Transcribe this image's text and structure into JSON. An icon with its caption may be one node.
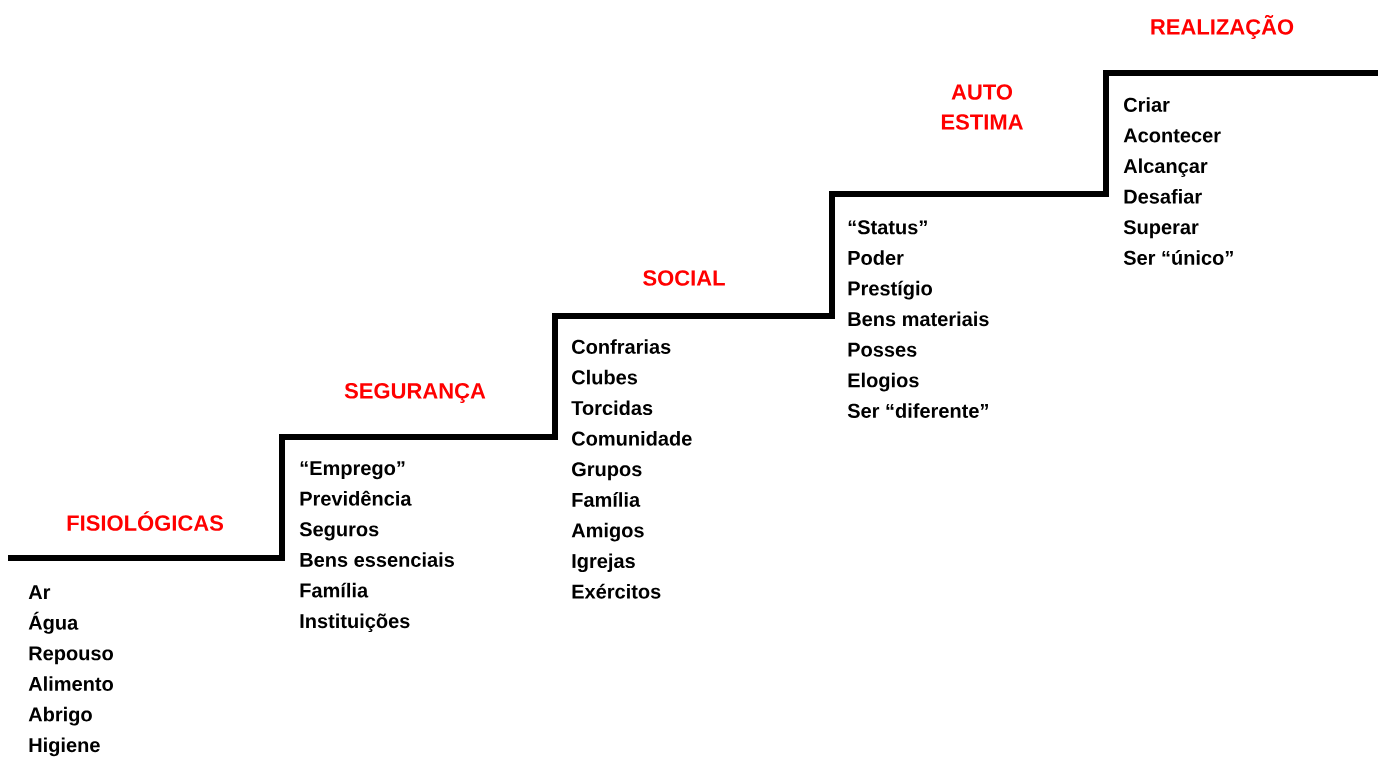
{
  "diagram": {
    "nodes": [
      {
        "text": [
          "FISIOLÓGICAS",
          "Ar",
          "Água",
          "Repouso",
          "Alimento",
          "Abrigo",
          "Higiene"
        ]
      },
      {
        "text": [
          "SEGURANÇA",
          "“Emprego”",
          "Previdência",
          "Seguros",
          "Bens essenciais",
          "Família",
          "Instituições"
        ]
      },
      {
        "text": [
          "SOCIAL",
          "Confrarias",
          "Clubes",
          "Torcidas",
          "Comunidade",
          "Grupos",
          "Família",
          "Amigos",
          "Igrejas",
          "Exércitos"
        ]
      },
      {
        "text": [
          "AUTO ESTIMA",
          "“Status”",
          "Poder",
          "Prestígio",
          "Bens materiais",
          "Posses",
          "Elogios",
          "Ser “diferente”"
        ]
      },
      {
        "text": [
          "REALIZAÇÃO",
          "Criar",
          "Acontecer",
          "Alcançar",
          "Desafiar",
          "Superar",
          "Ser “único”"
        ]
      }
    ]
  }
}
